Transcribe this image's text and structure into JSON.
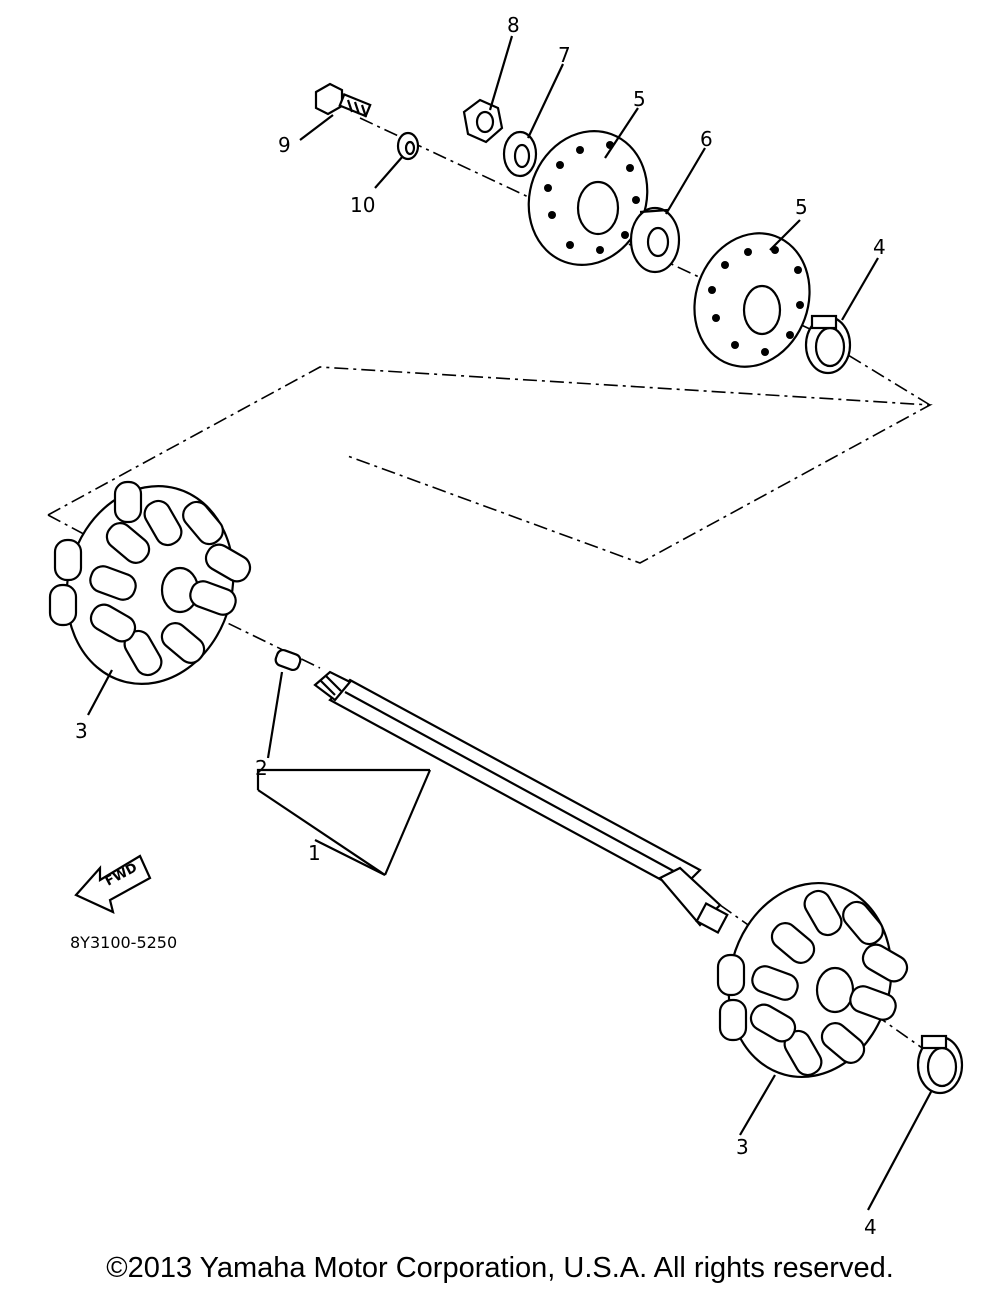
{
  "diagram": {
    "callouts": {
      "shaft": "1",
      "key": "2",
      "sprocket_left": "3",
      "sprocket_right": "3",
      "clamp_top": "4",
      "clamp_bottom": "4",
      "plate_a": "5",
      "plate_b": "5",
      "bearing": "6",
      "seal": "7",
      "nut": "8",
      "bolt": "9",
      "washer": "10"
    },
    "fwd_label": "FWD",
    "drawing_code": "8Y3100-5250"
  },
  "footer": {
    "copyright": "©2013 Yamaha Motor Corporation, U.S.A. All rights reserved."
  }
}
